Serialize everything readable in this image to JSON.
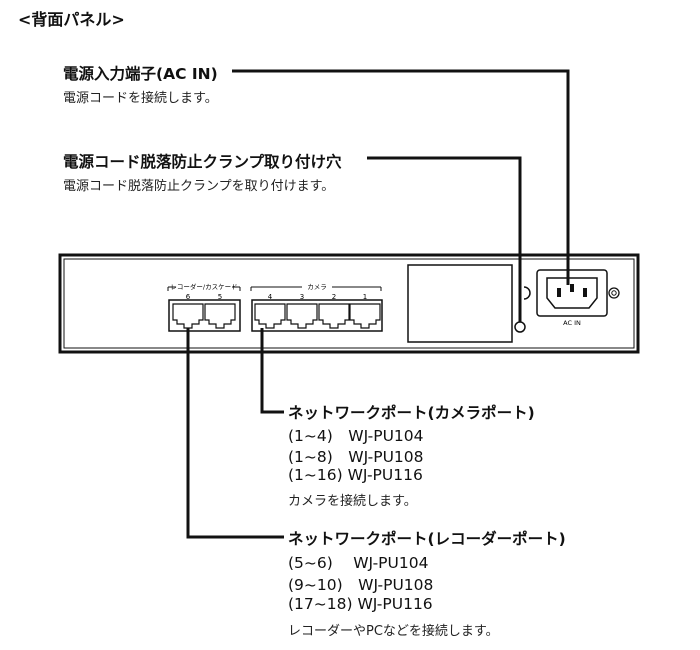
{
  "title": "<背面パネル>",
  "power_inlet": {
    "heading": "電源入力端子(AC IN)",
    "desc": "電源コードを接続します。"
  },
  "clamp_hole": {
    "heading": "電源コード脱落防止クランプ取り付け穴",
    "desc": "電源コード脱落防止クランプを取り付けます。"
  },
  "panel": {
    "recorder_speaker_label": "レコーダー/カスケード",
    "recorder_port_numbers": [
      "6",
      "5"
    ],
    "camera_label": "カメラ",
    "camera_port_numbers": [
      "4",
      "3",
      "2",
      "1"
    ],
    "ac_in_label": "AC IN"
  },
  "camera_ports": {
    "heading": "ネットワークポート(カメラポート)",
    "lines": [
      "(1~4)　WJ-PU104",
      "(1~8)　WJ-PU108",
      "(1~16) WJ-PU116"
    ],
    "desc": "カメラを接続します。"
  },
  "recorder_ports": {
    "heading": "ネットワークポート(レコーダーポート)",
    "lines": [
      "(5~6)　 WJ-PU104",
      "(9~10)　WJ-PU108",
      "(17~18) WJ-PU116"
    ],
    "desc": "レコーダーやPCなどを接続します。"
  }
}
